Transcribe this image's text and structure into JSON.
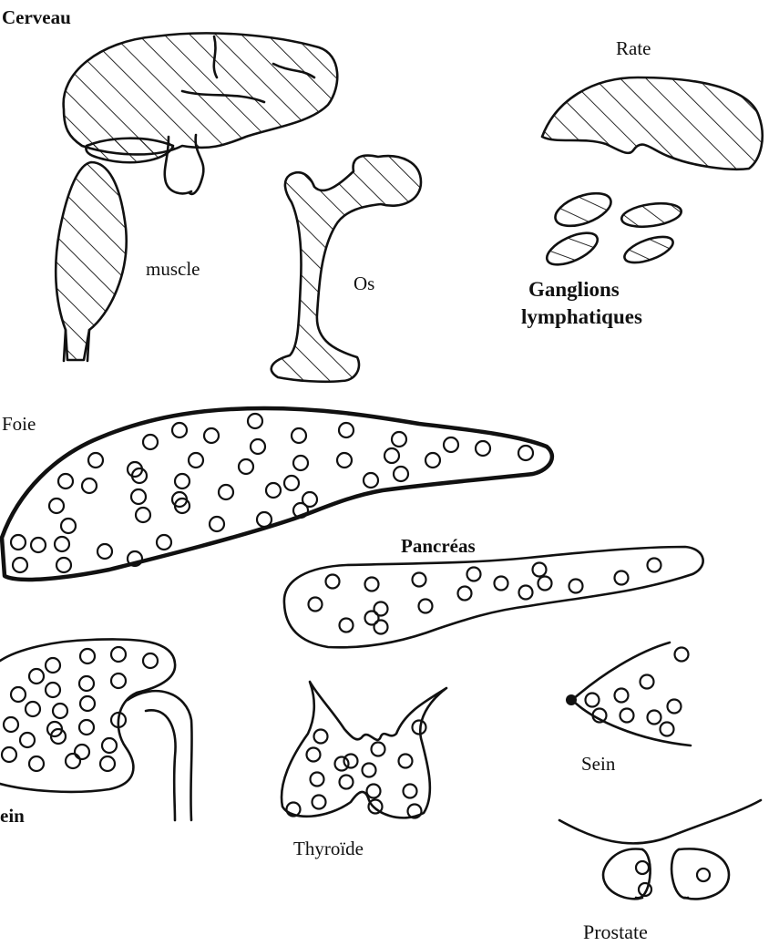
{
  "labels": {
    "cerveau": "Cerveau",
    "rate": "Rate",
    "muscle": "muscle",
    "os": "Os",
    "ganglions_line1": "Ganglions",
    "ganglions_line2": "lymphatiques",
    "foie": "Foie",
    "pancreas": "Pancréas",
    "rein": "ein",
    "thyroide": "Thyroïde",
    "sein": "Sein",
    "prostate": "Prostate"
  },
  "legend_meaning": {
    "hatched": "organs drawn with diagonal hatching",
    "circles": "organs drawn filled with small circles"
  },
  "colors": {
    "ink": "#111111",
    "paper": "#ffffff"
  }
}
